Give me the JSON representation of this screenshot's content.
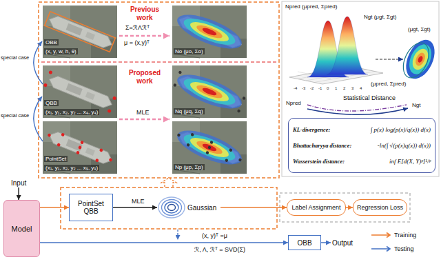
{
  "diagram": {
    "nodes": [
      {
        "text": [
          "Model"
        ]
      },
      {
        "text": [
          "PointSet QBB"
        ]
      },
      {
        "text": [
          "Gaussian"
        ]
      },
      {
        "text": [
          "Label Assignment"
        ]
      },
      {
        "text": [
          "Regression Loss"
        ]
      },
      {
        "text": [
          "OBB"
        ]
      },
      {
        "text": [
          "Output"
        ]
      },
      {
        "text": [
          "Input"
        ]
      },
      {
        "text": [
          "KL-divergence:",
          "∫ p(x) log(p(x)/q(x)) d(x)",
          "Bhattacharyya distance:",
          "-ln(∫ √(p(x)q(x)) d(x))",
          "Wasserstein distance:",
          "inf E[d(X, Y)ᵖ]¹/ᵖ"
        ]
      }
    ],
    "edges": [
      {
        "from": 7,
        "to": 0,
        "arrow": "to"
      },
      {
        "from": 0,
        "to": 1,
        "arrow": "to"
      },
      {
        "from": 1,
        "to": 2,
        "label": "MLE",
        "arrow": "to"
      },
      {
        "from": 2,
        "to": 3,
        "arrow": "to"
      },
      {
        "from": 3,
        "to": 4,
        "arrow": "to"
      },
      {
        "from": 0,
        "to": 5,
        "label": "(x, y)ᵀ =μ",
        "arrow": "to"
      },
      {
        "from": 5,
        "to": 6,
        "arrow": "to"
      }
    ],
    "labels": [
      "special case",
      "special case",
      "OBB",
      "(x, y, w, h, θ)",
      "QBB",
      "(x₁, y₁, x₂, y₂ ... x₄, y₄)",
      "PointSet",
      "(x₁, y₁, x₂, y₂ ... x₉, y₉)",
      "Previous work",
      "Σ=ℛΛℛᵀ",
      "μ = (x,y)ᵀ",
      "Proposed work",
      "MLE",
      "No (μo, Σo)",
      "Nq (μq, Σq)",
      "Np (μp, Σp)",
      "Npred (μpred, Σpred)",
      "Ngt (μgt, Σgt)",
      "(μgt, Σgt)",
      "(μpred, Σpred)",
      "Statistical Distance",
      "Npred",
      "Ngt",
      "-4",
      "-3",
      "-2",
      "-1",
      "0",
      "1",
      "2",
      "3",
      "4",
      "ℛ, Λ, ℛᵀ = SVD(Σ)"
    ],
    "legend": [
      {
        "text": "Training"
      },
      {
        "text": "Testing"
      }
    ]
  }
}
